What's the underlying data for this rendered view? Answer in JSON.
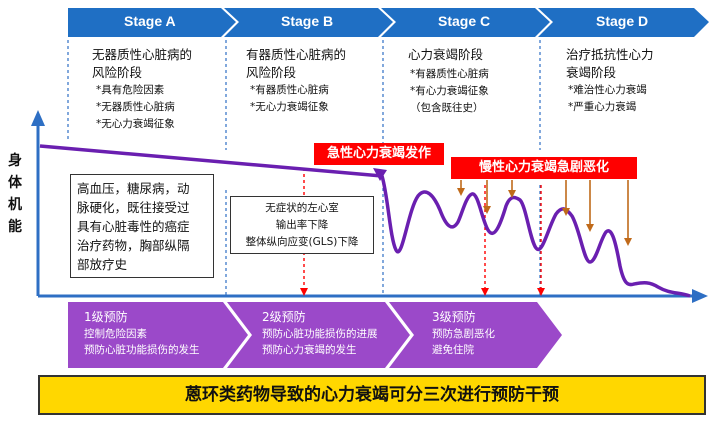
{
  "stages": [
    {
      "label": "Stage A",
      "title": [
        "无器质性心脏病的",
        "风险阶段"
      ],
      "bullets": [
        "*具有危险因素",
        "*无器质性心脏病",
        "*无心力衰竭征象"
      ]
    },
    {
      "label": "Stage B",
      "title": [
        "有器质性心脏病的",
        "风险阶段"
      ],
      "bullets": [
        "*有器质性心脏病",
        "*无心力衰竭征象"
      ]
    },
    {
      "label": "Stage C",
      "title": [
        "心力衰竭阶段"
      ],
      "bullets": [
        "*有器质性心脏病",
        "*有心力衰竭征象",
        "（包含既往史）"
      ]
    },
    {
      "label": "Stage D",
      "title": [
        "治疗抵抗性心力",
        "衰竭阶段"
      ],
      "bullets": [
        "*难治性心力衰竭",
        "*严重心力衰竭"
      ]
    }
  ],
  "y_axis_label": [
    "身",
    "体",
    "机",
    "能"
  ],
  "risk_box": [
    "高血压，糖尿病，动",
    "脉硬化，既往接受过",
    "具有心脏毒性的癌症",
    "治疗药物，胸部纵隔",
    "部放疗史"
  ],
  "lv_box": [
    "无症状的左心室",
    "输出率下降",
    "整体纵向应变(GLS)下降"
  ],
  "acute_label": "急性心力衰竭发作",
  "chronic_label": "慢性心力衰竭急剧恶化",
  "prevention": [
    {
      "title": "1级预防",
      "lines": [
        "控制危险因素",
        "预防心脏功能损伤的发生"
      ]
    },
    {
      "title": "2级预防",
      "lines": [
        "预防心脏功能损伤的进展",
        "预防心力衰竭的发生"
      ]
    },
    {
      "title": "3级预防",
      "lines": [
        "预防急剧恶化",
        "避免住院"
      ]
    }
  ],
  "banner": "蒽环类药物导致的心力衰竭可分三次进行预防干预",
  "colors": {
    "stage_blue": "#1f6fc4",
    "prevention_purple": "#9b49c9",
    "curve_purple": "#6a1fb0",
    "alert_red": "#ff0000",
    "banner_yellow": "#ffd700",
    "axis_blue": "#2e6fc4",
    "arrow_brown": "#c06a1a"
  }
}
